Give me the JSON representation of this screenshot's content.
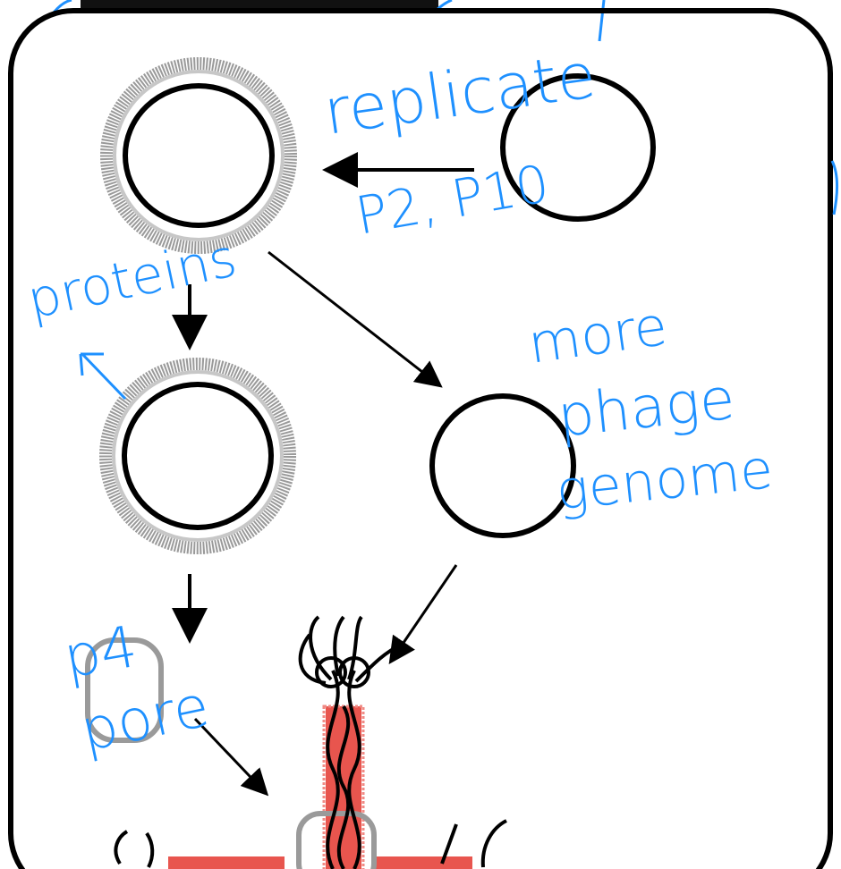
{
  "diagram": {
    "labels": {
      "replicate": "replicate",
      "p2_p10": "P2, P10",
      "proteins": "proteins",
      "more_phage_genome": [
        "more",
        "phage",
        "genome"
      ],
      "p4_pore": [
        "p4",
        "pore"
      ]
    },
    "colors": {
      "ink": "#000000",
      "handwriting": "#1e90ff",
      "protein_coat": "#8c8c8c",
      "membrane_pore": "#e8554e",
      "pore_outline": "#9a9a9a"
    }
  }
}
